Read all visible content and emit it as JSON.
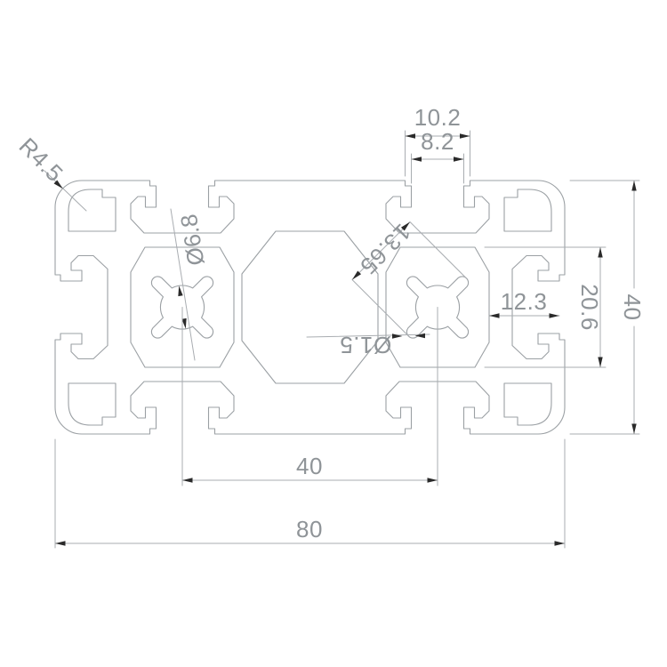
{
  "drawing": {
    "type": "technical-cross-section",
    "subject": "aluminum extrusion profile 8040 cross-section",
    "background_color": "#ffffff",
    "line_color": "#9ba0a4",
    "dimension_line_color": "#a9adb1",
    "text_color": "#8f9498",
    "arrow_color": "#2a2a2a",
    "dimensions": {
      "slot_opening_outer": "10.2",
      "slot_opening_inner": "8.2",
      "corner_radius": "R4.5",
      "center_bore": "Ø6.8",
      "bore_tip_diagonal": "13.65",
      "lobe_tip_diameter": "Ø1.5",
      "side_pocket_depth": "12.3",
      "core_height": "20.6",
      "profile_height": "40",
      "slot_pitch": "40",
      "profile_width": "80"
    }
  }
}
